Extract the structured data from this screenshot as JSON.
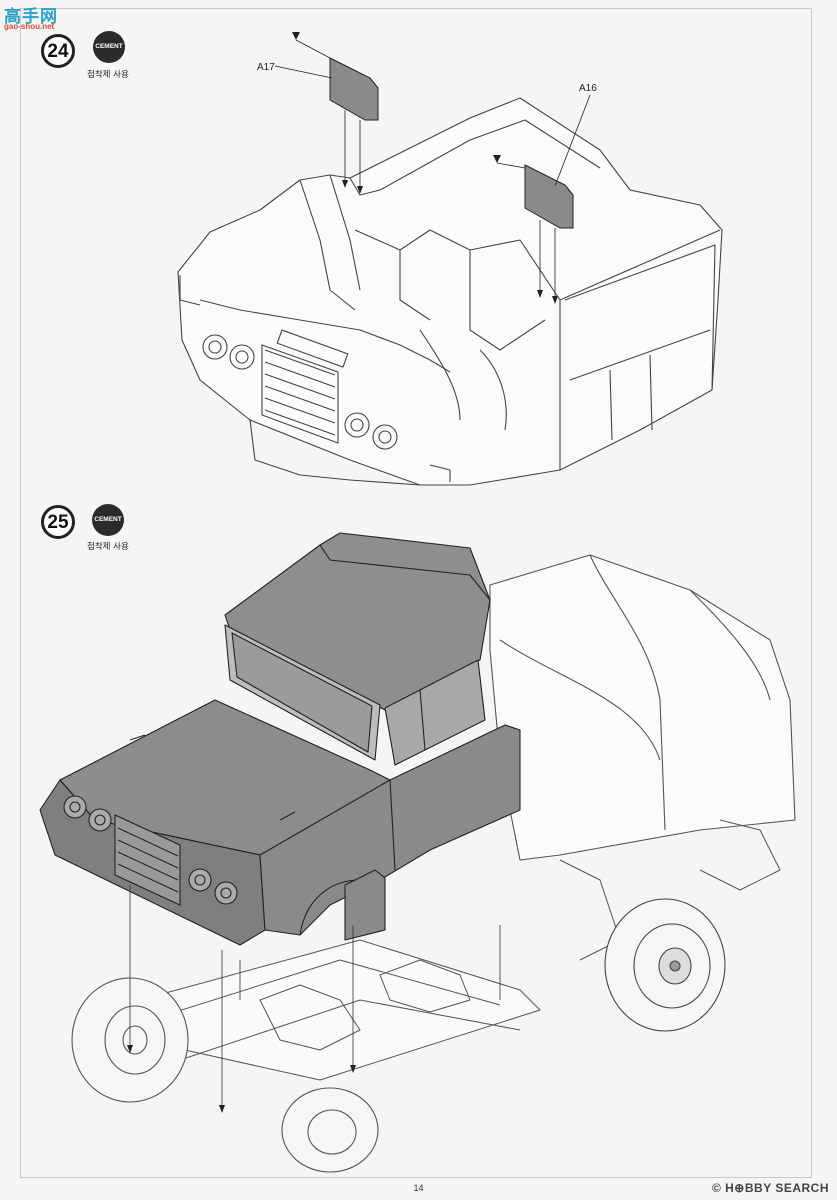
{
  "watermark": {
    "site": "高手网",
    "url": "gao-shou.net"
  },
  "steps": [
    {
      "number": "24",
      "cement_badge": "CEMENT",
      "cement_caption": "접착제 사용",
      "parts": [
        "A17",
        "A16"
      ]
    },
    {
      "number": "25",
      "cement_badge": "CEMENT",
      "cement_caption": "접착제 사용"
    }
  ],
  "page_number": "14",
  "footer_mark": "© H⊕BBY SEARCH",
  "colors": {
    "part_fill": "#8a8a8a",
    "line": "#333333",
    "paper": "#f5f5f3"
  }
}
